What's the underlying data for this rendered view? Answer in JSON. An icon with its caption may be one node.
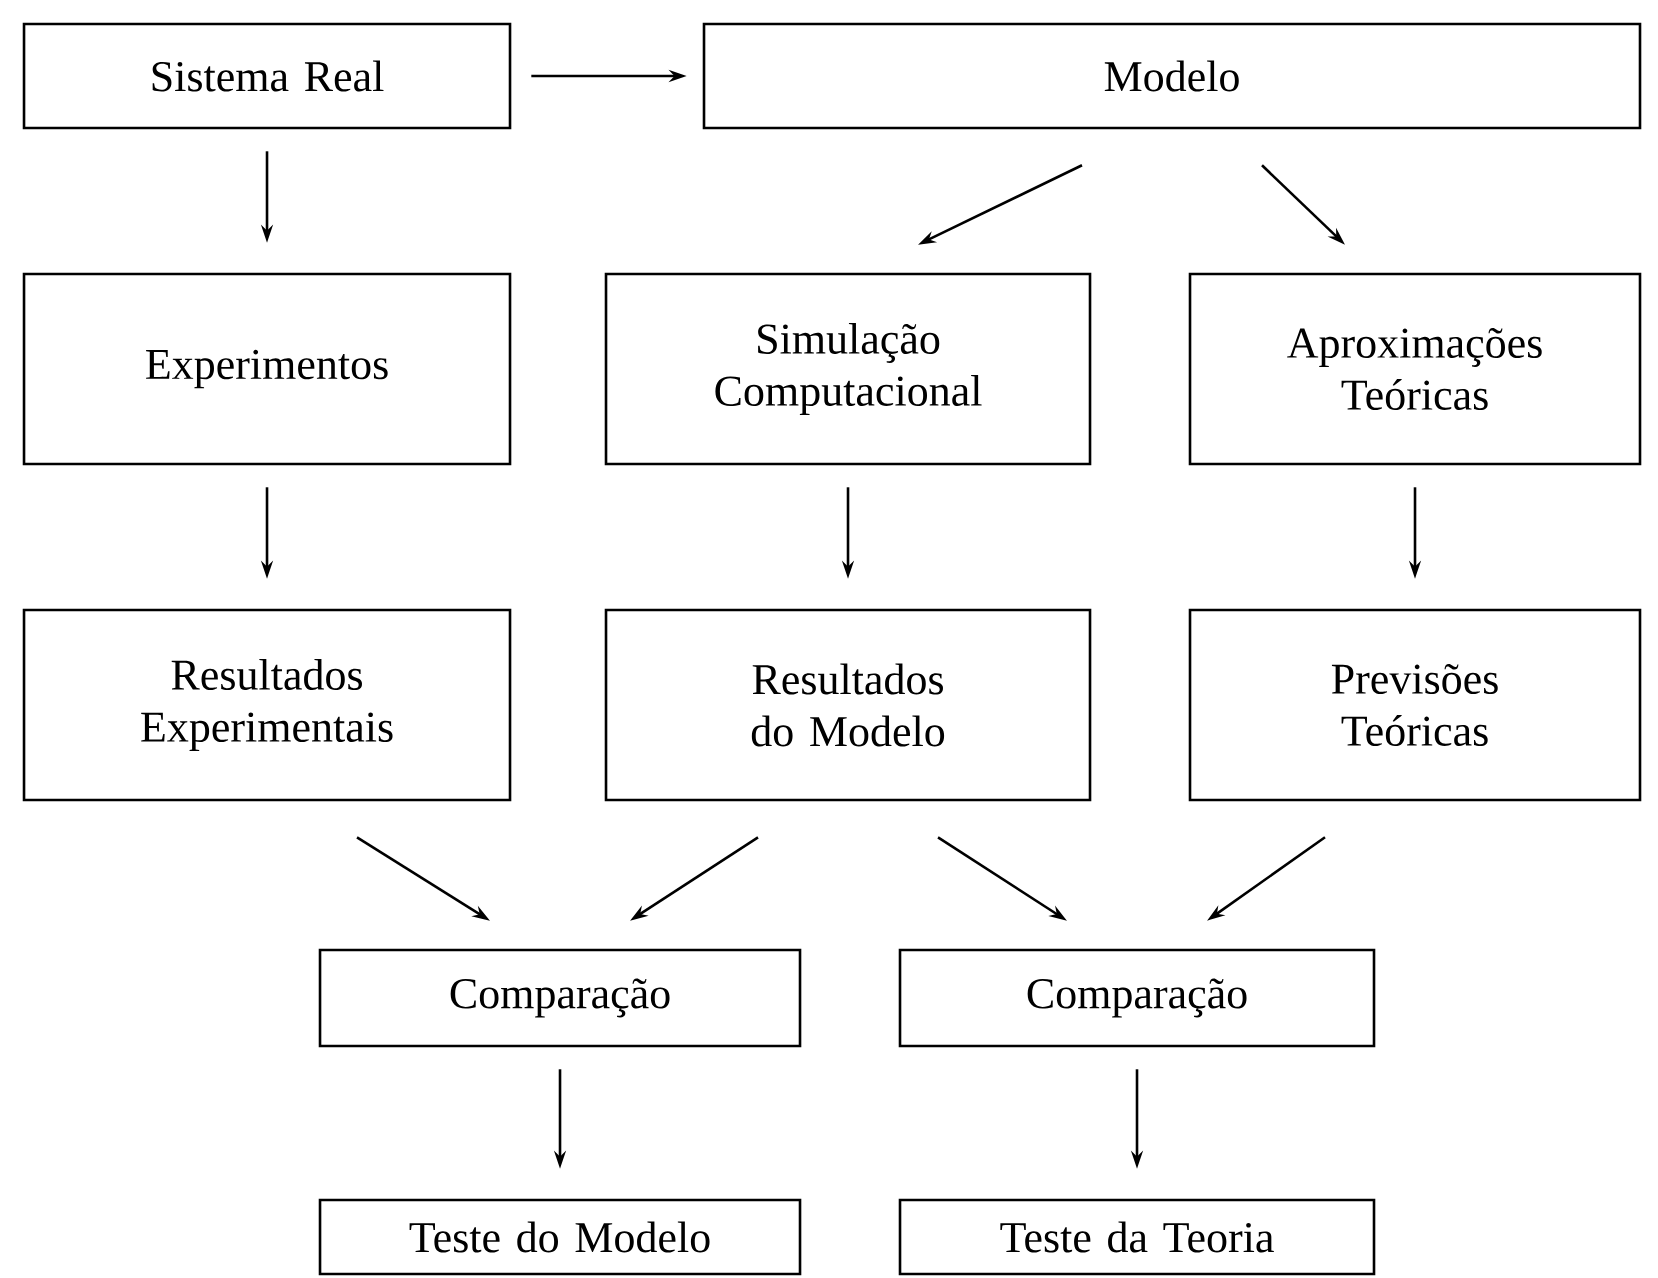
{
  "diagram": {
    "nodes": [
      {
        "text": [
          "Sistema Real"
        ]
      },
      {
        "text": [
          "Modelo"
        ]
      },
      {
        "text": [
          "Experimentos"
        ]
      },
      {
        "text": [
          "Simulação Computacional"
        ]
      },
      {
        "text": [
          "Aproximações Teóricas"
        ]
      },
      {
        "text": [
          "Resultados Experimentais"
        ]
      },
      {
        "text": [
          "Resultados do Modelo"
        ]
      },
      {
        "text": [
          "Previsões Teóricas"
        ]
      },
      {
        "text": [
          "Comparação"
        ]
      },
      {
        "text": [
          "Comparação"
        ]
      },
      {
        "text": [
          "Teste do Modelo"
        ]
      },
      {
        "text": [
          "Teste da Teoria"
        ]
      }
    ],
    "edges": [
      {
        "from": 0,
        "to": 1,
        "arrow": "to"
      },
      {
        "from": 0,
        "to": 2,
        "arrow": "to"
      },
      {
        "from": 1,
        "to": 3,
        "arrow": "to"
      },
      {
        "from": 1,
        "to": 4,
        "arrow": "to"
      },
      {
        "from": 2,
        "to": 5,
        "arrow": "to"
      },
      {
        "from": 3,
        "to": 6,
        "arrow": "to"
      },
      {
        "from": 4,
        "to": 7,
        "arrow": "to"
      },
      {
        "from": 5,
        "to": 8,
        "arrow": "to"
      },
      {
        "from": 6,
        "to": 8,
        "arrow": "to"
      },
      {
        "from": 6,
        "to": 9,
        "arrow": "to"
      },
      {
        "from": 7,
        "to": 9,
        "arrow": "to"
      },
      {
        "from": 8,
        "to": 10,
        "arrow": "to"
      },
      {
        "from": 9,
        "to": 11,
        "arrow": "to"
      }
    ]
  }
}
